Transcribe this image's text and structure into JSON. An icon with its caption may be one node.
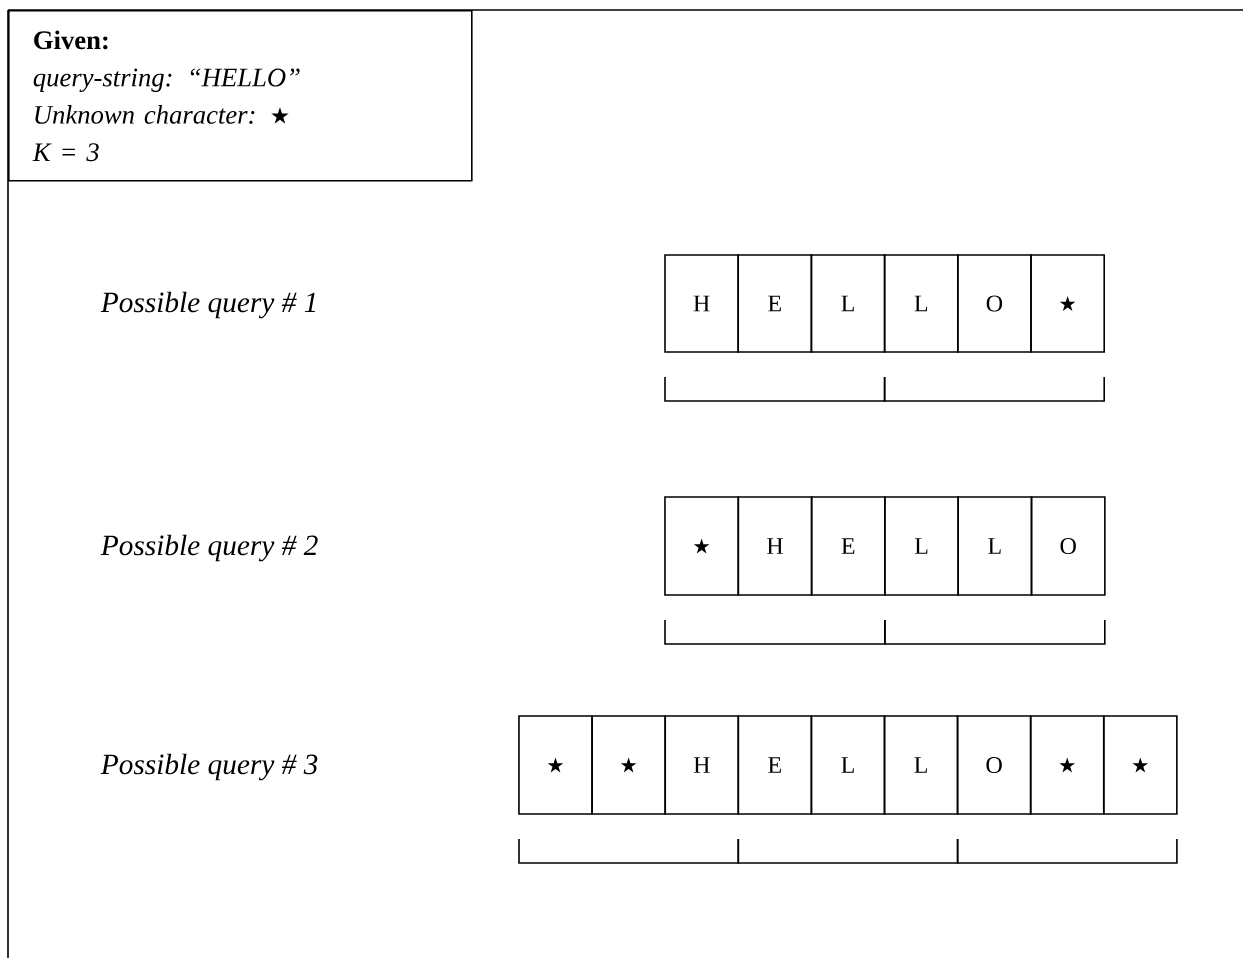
{
  "diagram": {
    "nodes": [
      {
        "text": [
          "Given:",
          "query-string: “HELLO”",
          "Unknown character: ★",
          "K = 3"
        ]
      },
      {
        "text": [
          "H"
        ]
      },
      {
        "text": [
          "E"
        ]
      },
      {
        "text": [
          "L"
        ]
      },
      {
        "text": [
          "L"
        ]
      },
      {
        "text": [
          "O"
        ]
      },
      {
        "text": [
          "★"
        ]
      },
      {
        "text": [
          "★"
        ]
      },
      {
        "text": [
          "H"
        ]
      },
      {
        "text": [
          "E"
        ]
      },
      {
        "text": [
          "L"
        ]
      },
      {
        "text": [
          "L"
        ]
      },
      {
        "text": [
          "O"
        ]
      },
      {
        "text": [
          "★"
        ]
      },
      {
        "text": [
          "★"
        ]
      },
      {
        "text": [
          "H"
        ]
      },
      {
        "text": [
          "E"
        ]
      },
      {
        "text": [
          "L"
        ]
      },
      {
        "text": [
          "L"
        ]
      },
      {
        "text": [
          "O"
        ]
      },
      {
        "text": [
          "★"
        ]
      },
      {
        "text": [
          "★"
        ]
      }
    ],
    "labels": [
      "Possible query # 1",
      "Possible query # 2",
      "Possible query # 3"
    ]
  }
}
